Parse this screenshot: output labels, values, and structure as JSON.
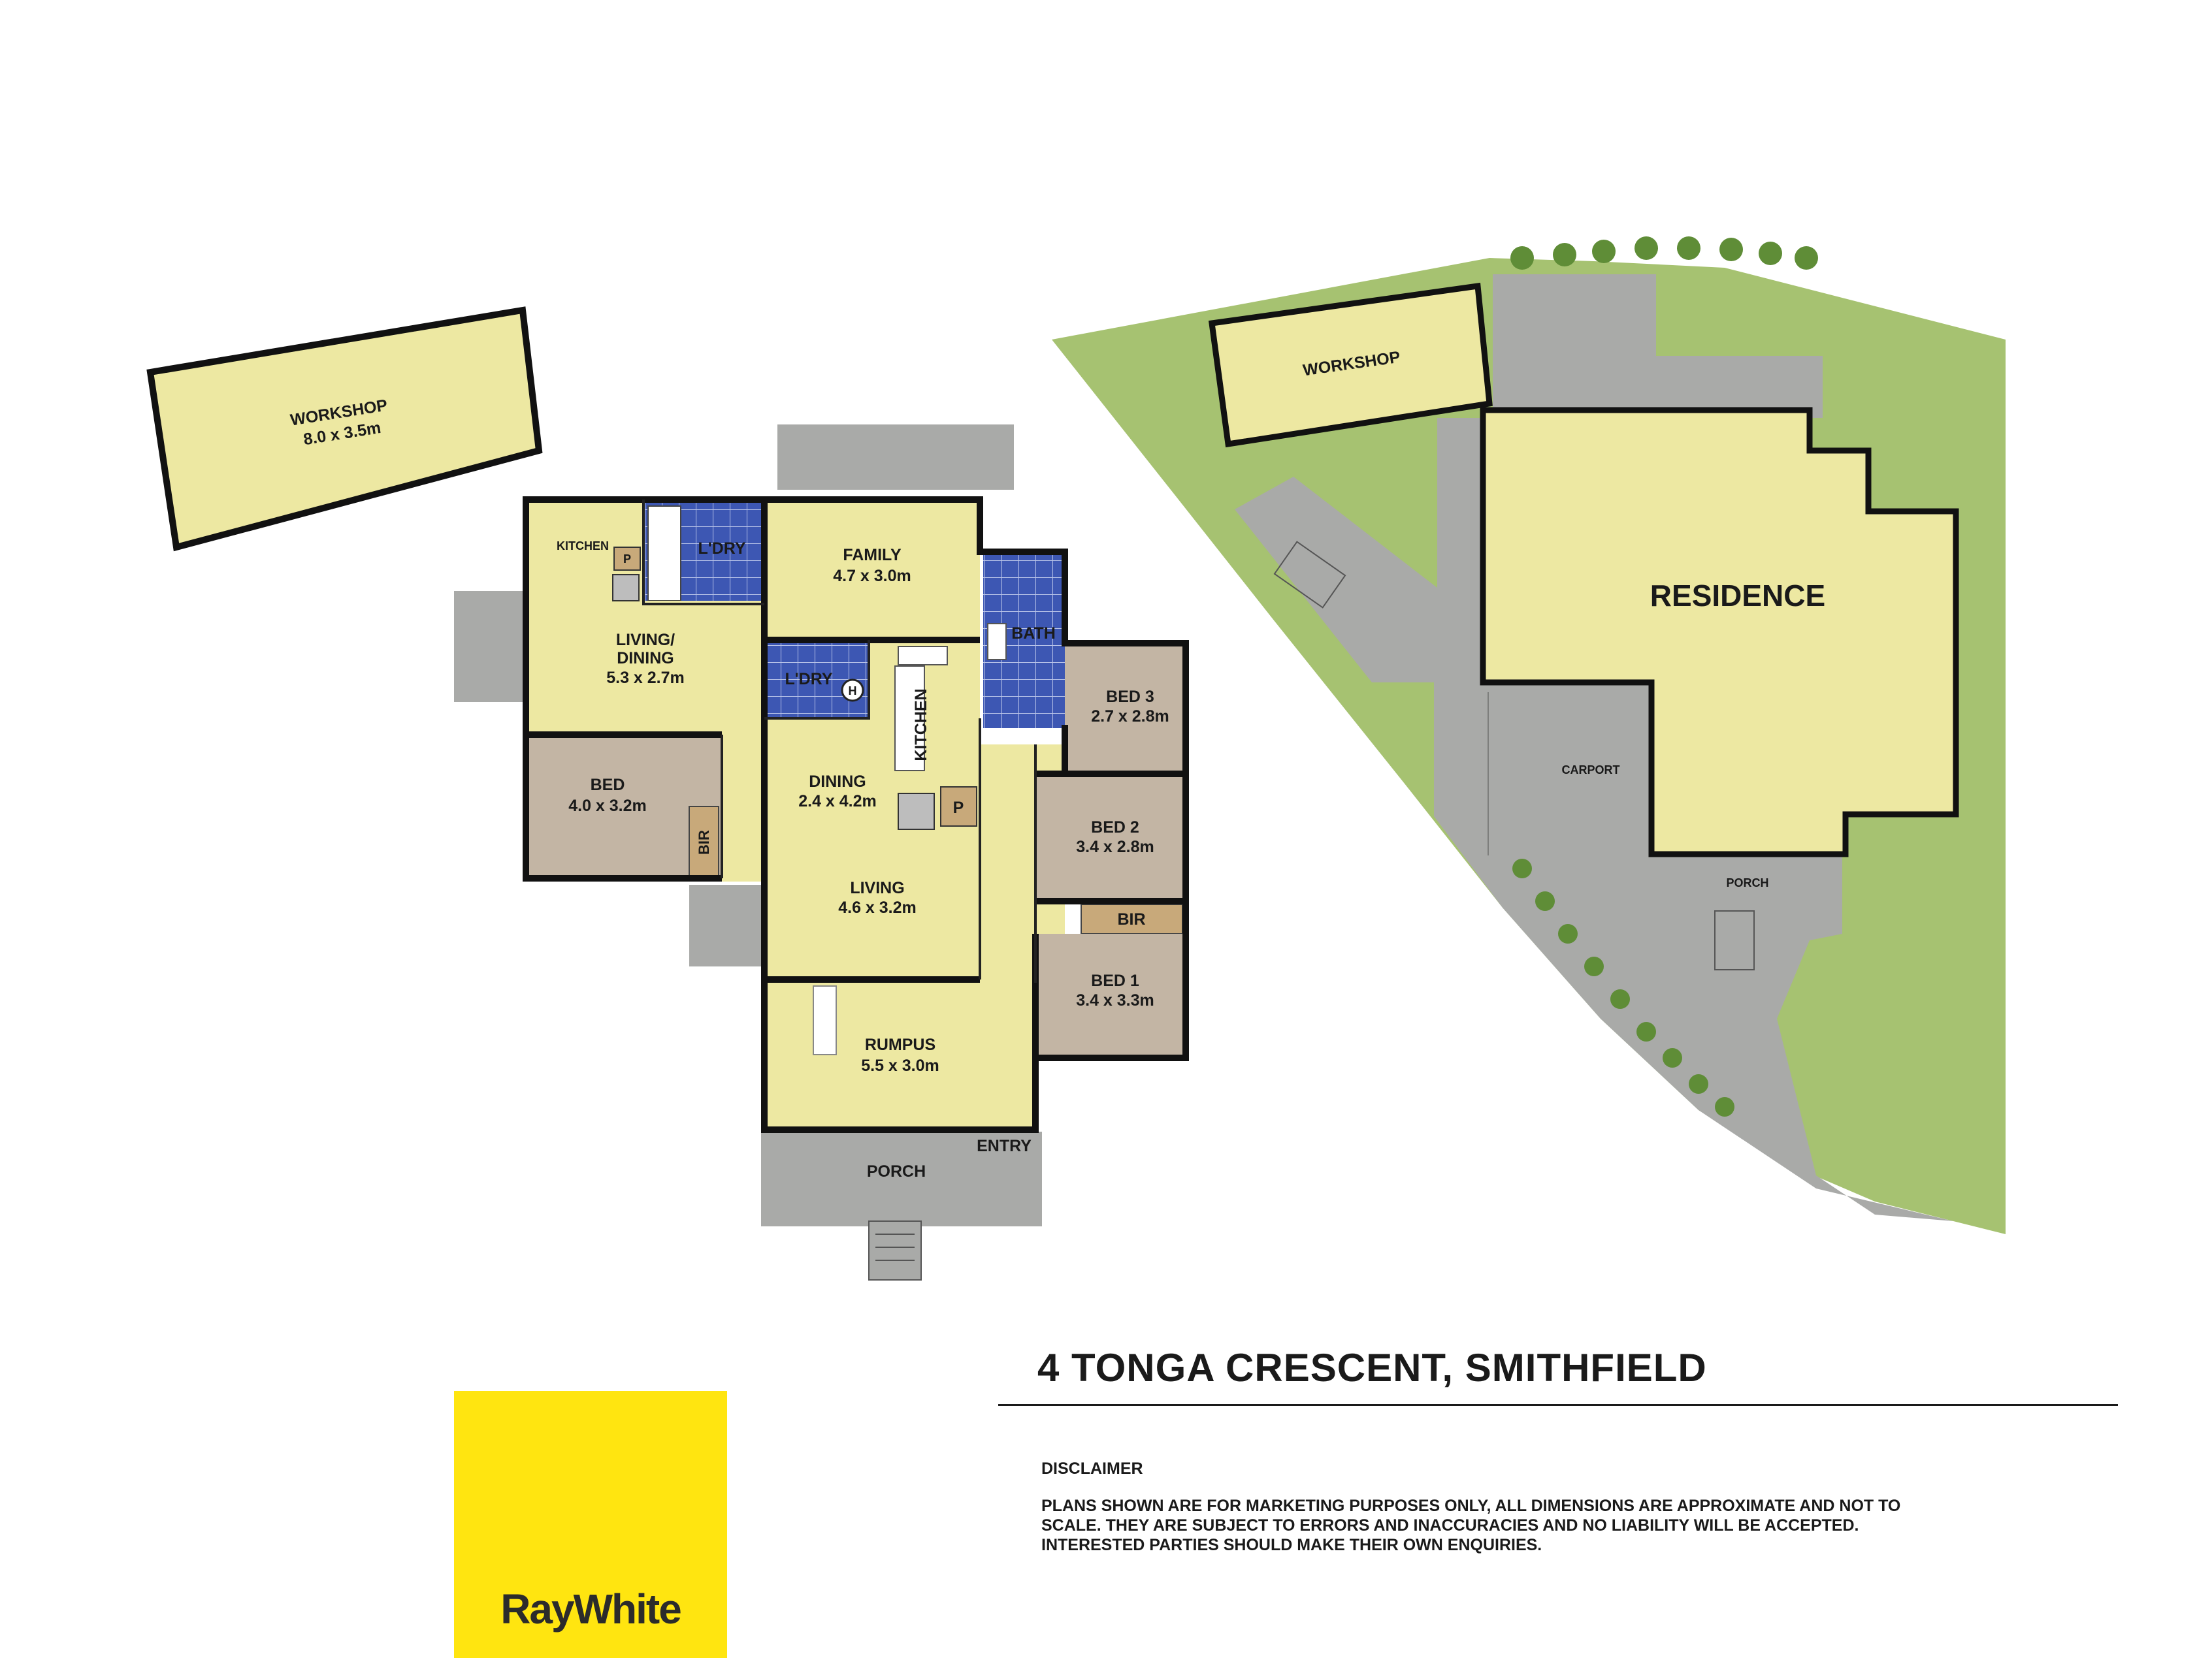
{
  "address": "4 TONGA CRESCENT, SMITHFIELD",
  "disclaimer": {
    "title": "DISCLAIMER",
    "text": "PLANS SHOWN ARE FOR MARKETING PURPOSES ONLY, ALL DIMENSIONS ARE APPROXIMATE AND NOT TO SCALE. THEY ARE SUBJECT TO ERRORS AND INACCURACIES AND NO LIABILITY WILL BE ACCEPTED. INTERESTED PARTIES SHOULD MAKE THEIR OWN ENQUIRIES."
  },
  "brand": {
    "name": "RayWhite"
  },
  "floor_plan": {
    "workshop": {
      "name": "WORKSHOP",
      "size": "8.0 x 3.5m"
    },
    "kitchen_small": {
      "name": "KITCHEN"
    },
    "pantry_1": {
      "name": "P"
    },
    "laundry_1": {
      "name": "L'DRY"
    },
    "family": {
      "name": "FAMILY",
      "size": "4.7 x 3.0m"
    },
    "bath": {
      "name": "BATH"
    },
    "living_dining": {
      "name": "LIVING/",
      "name2": "DINING",
      "size": "5.3 x 2.7m"
    },
    "laundry_2": {
      "name": "L'DRY"
    },
    "hws": {
      "name": "H"
    },
    "kitchen_main": {
      "name": "KITCHEN"
    },
    "bed_3": {
      "name": "BED 3",
      "size": "2.7 x 2.8m"
    },
    "bed_left": {
      "name": "BED",
      "size": "4.0 x 3.2m"
    },
    "bir_left": {
      "name": "BIR"
    },
    "dining": {
      "name": "DINING",
      "size": "2.4 x 4.2m"
    },
    "pantry_2": {
      "name": "P"
    },
    "bed_2": {
      "name": "BED 2",
      "size": "3.4 x 2.8m"
    },
    "living": {
      "name": "LIVING",
      "size": "4.6 x 3.2m"
    },
    "bir_right": {
      "name": "BIR"
    },
    "bed_1": {
      "name": "BED 1",
      "size": "3.4 x 3.3m"
    },
    "rumpus": {
      "name": "RUMPUS",
      "size": "5.5 x 3.0m"
    },
    "entry": {
      "name": "ENTRY"
    },
    "porch": {
      "name": "PORCH"
    }
  },
  "site_plan": {
    "workshop": "WORKSHOP",
    "residence": "RESIDENCE",
    "carport": "CARPORT",
    "porch": "PORCH"
  },
  "colors": {
    "room_yellow": "#ede8a2",
    "room_bed": "#c3b5a4",
    "wet_tile": "#3d57b3",
    "paving": "#a9aaa8",
    "lawn": "#a6c271",
    "robe": "#c8a97a",
    "brand_yellow": "#ffe510"
  }
}
